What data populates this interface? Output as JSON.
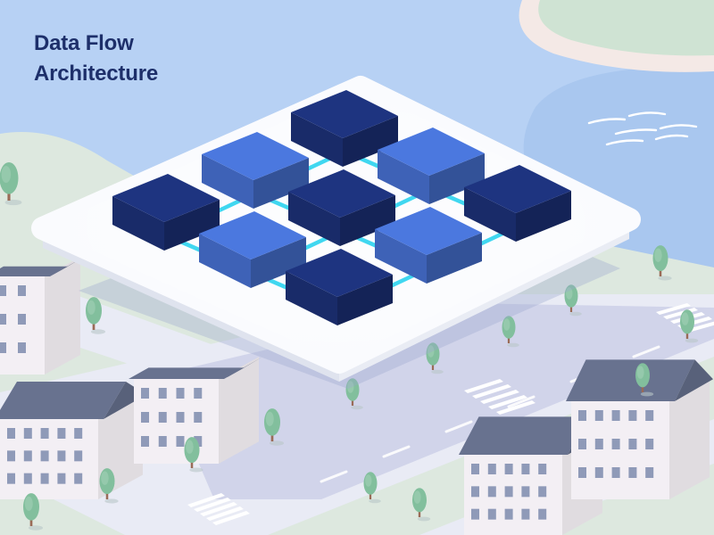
{
  "title": {
    "line1": "Data Flow",
    "line2": "Architecture"
  },
  "colors": {
    "sky": "#b7d1f4",
    "water": "#a9c7ef",
    "land": "#dde8df",
    "road": "#e9ebf5",
    "platform": "#fafbfe",
    "block_dark": "#1e3480",
    "block_light": "#4b78df",
    "connector": "#36d6f0",
    "title_text": "#1d2f6a",
    "roof": "#68728f",
    "wall": "#f3eff4",
    "tree": "#82bf9d"
  },
  "diagram": {
    "grid": "3x3",
    "nodes": [
      {
        "id": "n11",
        "shade": "dark"
      },
      {
        "id": "n12",
        "shade": "light"
      },
      {
        "id": "n13",
        "shade": "dark"
      },
      {
        "id": "n21",
        "shade": "light"
      },
      {
        "id": "n22",
        "shade": "dark"
      },
      {
        "id": "n23",
        "shade": "light"
      },
      {
        "id": "n31",
        "shade": "dark"
      },
      {
        "id": "n32",
        "shade": "light"
      },
      {
        "id": "n33",
        "shade": "dark"
      }
    ],
    "edges": [
      [
        "n11",
        "n12"
      ],
      [
        "n12",
        "n13"
      ],
      [
        "n21",
        "n22"
      ],
      [
        "n22",
        "n23"
      ],
      [
        "n31",
        "n32"
      ],
      [
        "n32",
        "n33"
      ],
      [
        "n11",
        "n21"
      ],
      [
        "n21",
        "n31"
      ],
      [
        "n12",
        "n22"
      ],
      [
        "n22",
        "n32"
      ],
      [
        "n13",
        "n23"
      ],
      [
        "n23",
        "n33"
      ]
    ]
  }
}
